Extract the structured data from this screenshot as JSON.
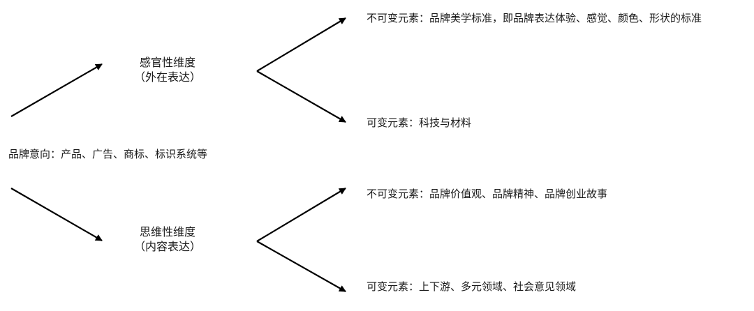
{
  "diagram": {
    "root": "品牌意向：产品、广告、商标、标识系统等",
    "sensory": {
      "title": "感官性维度",
      "subtitle": "（外在表达）",
      "fixed": "不可变元素：品牌美学标准，即品牌表达体验、感觉、颜色、形状的标准",
      "variable": "可变元素：科技与材料"
    },
    "thinking": {
      "title": "思维性维度",
      "subtitle": "（内容表达）",
      "fixed": "不可变元素：品牌价值观、品牌精神、品牌创业故事",
      "variable": "可变元素：上下游、多元领域、社会意见领域"
    },
    "colors": {
      "stroke": "#000000",
      "text": "#1a1a1a"
    }
  }
}
